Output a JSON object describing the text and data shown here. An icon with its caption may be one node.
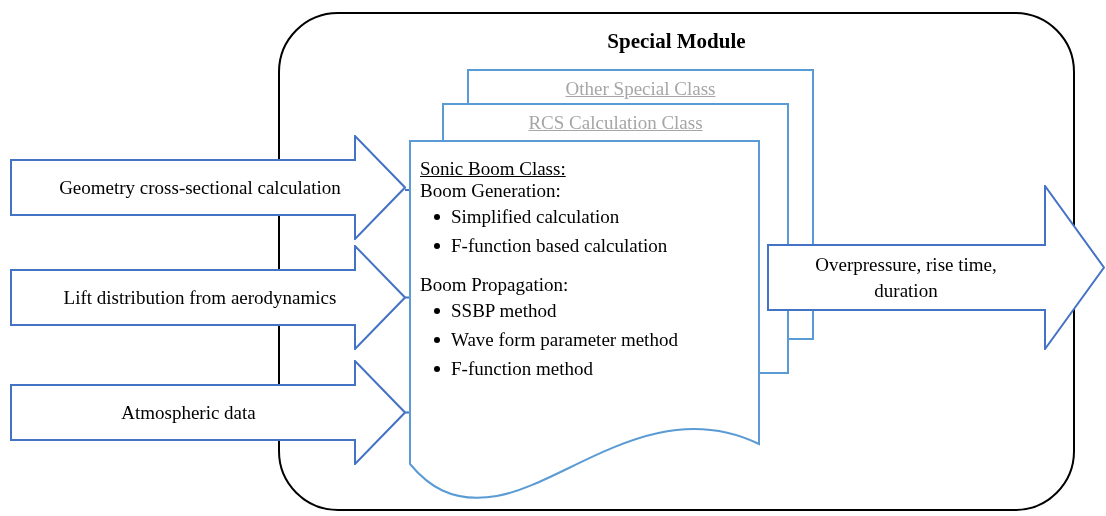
{
  "diagram": {
    "nodes": [
      {
        "text": [
          "Special Module"
        ]
      },
      {
        "text": [
          "Other Special Class"
        ],
        "in": 0
      },
      {
        "text": [
          "RCS Calculation Class"
        ],
        "in": 0
      },
      {
        "text": [
          "Sonic Boom Class:",
          "Boom Generation:",
          "Simplified calculation",
          "F-function based calculation",
          "Boom Propagation:",
          "SSBP method",
          "Wave form parameter method",
          "F-function method"
        ],
        "in": 0
      },
      {
        "text": [
          "Geometry cross-sectional calculation"
        ]
      },
      {
        "text": [
          "Lift distribution from aerodynamics"
        ]
      },
      {
        "text": [
          "Atmospheric data"
        ]
      },
      {
        "text": [
          "Overpressure, rise time, duration"
        ]
      }
    ],
    "edges": [
      {
        "from": 4,
        "to": 3,
        "arrow": "none"
      },
      {
        "from": 5,
        "to": 3,
        "arrow": "none"
      },
      {
        "from": 6,
        "to": 3,
        "arrow": "none"
      }
    ]
  }
}
